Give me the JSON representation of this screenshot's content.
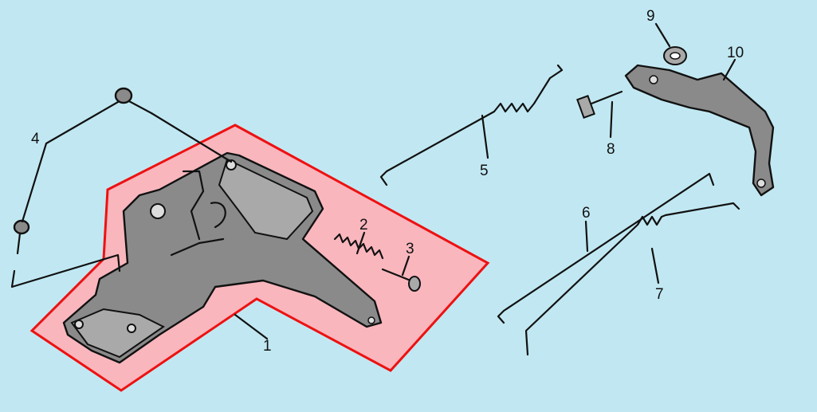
{
  "colors": {
    "background": "#c1e8f2",
    "highlight_fill": "#f9b6bd",
    "highlight_border": "#ee1111",
    "part": "#8a8a8a"
  },
  "callouts": [
    {
      "number": "1",
      "part": "control-base-plate"
    },
    {
      "number": "2",
      "part": "spring"
    },
    {
      "number": "3",
      "part": "screw"
    },
    {
      "number": "4",
      "part": "flange-bolt"
    },
    {
      "number": "5",
      "part": "governor-spring-rod"
    },
    {
      "number": "6",
      "part": "spring-rod"
    },
    {
      "number": "7",
      "part": "link-rod"
    },
    {
      "number": "8",
      "part": "bolt"
    },
    {
      "number": "9",
      "part": "nut"
    },
    {
      "number": "10",
      "part": "governor-arm"
    }
  ]
}
